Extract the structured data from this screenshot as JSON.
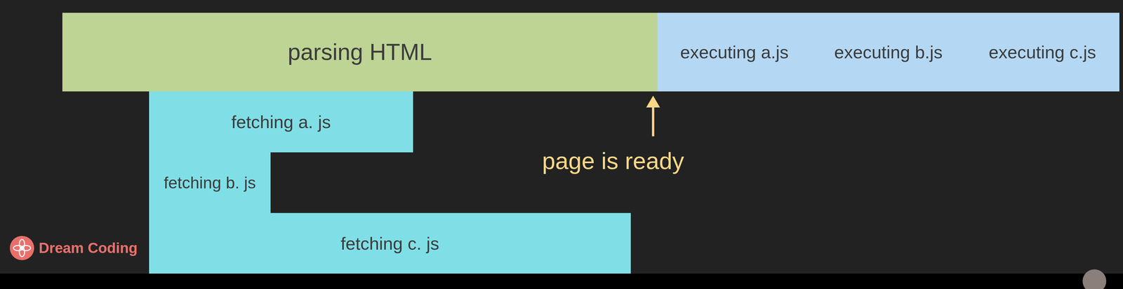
{
  "diagram": {
    "nodes": [
      {
        "text": [
          "parsing HTML"
        ]
      },
      {
        "text": [
          "executing a.js"
        ]
      },
      {
        "text": [
          "executing b.js"
        ]
      },
      {
        "text": [
          "executing c.js"
        ]
      },
      {
        "text": [
          "fetching a. js"
        ]
      },
      {
        "text": [
          "fetching b. js"
        ]
      },
      {
        "text": [
          "fetching c. js"
        ]
      }
    ],
    "labels": [
      "page is ready",
      "Dream Coding"
    ]
  }
}
